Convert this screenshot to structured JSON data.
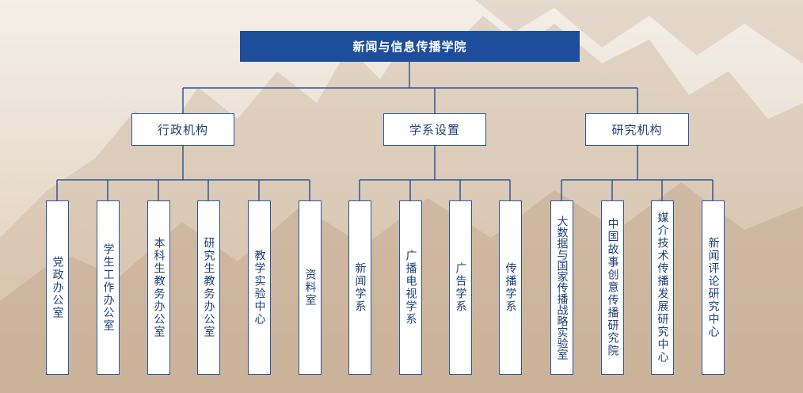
{
  "org": {
    "root": "新闻与信息传播学院",
    "branches": [
      {
        "label": "行政机构",
        "children": [
          "党政办公室",
          "学生工作办公室",
          "本科生教务办公室",
          "研究生教务办公室",
          "教学实验中心",
          "资料室"
        ]
      },
      {
        "label": "学系设置",
        "children": [
          "新闻学系",
          "广播电视学系",
          "广告学系",
          "传播学系"
        ]
      },
      {
        "label": "研究机构",
        "children": [
          "大数据与国家传播战略实验室",
          "中国故事创意传播研究院",
          "媒介技术传播发展研究中心",
          "新闻评论研究中心"
        ]
      }
    ]
  },
  "colors": {
    "primary": "#1d4e9c",
    "line": "#2a579c",
    "text": "#1f3f78"
  }
}
